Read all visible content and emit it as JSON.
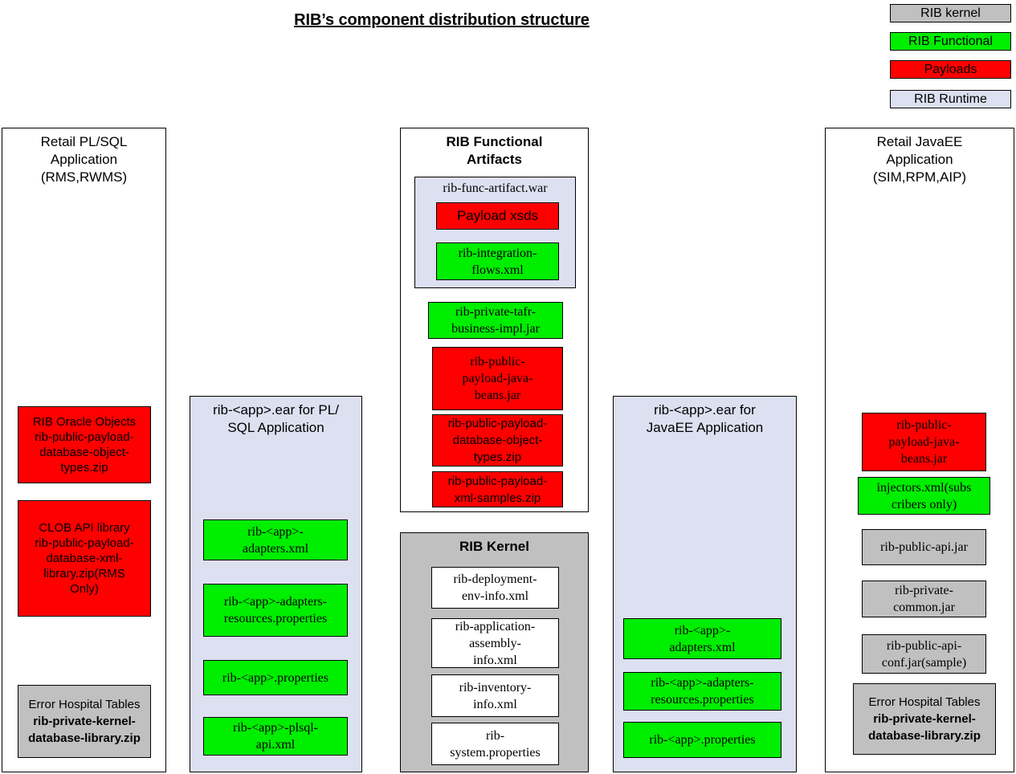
{
  "title": "RIB’s component distribution structure",
  "legend": [
    {
      "label": "RIB kernel",
      "color": "#c0c0c0"
    },
    {
      "label": "RIB Functional",
      "color": "#00ee00"
    },
    {
      "label": "Payloads",
      "color": "#ff0000"
    },
    {
      "label": "RIB Runtime",
      "color": "#dce0f0"
    }
  ],
  "columns": {
    "plsql_app": {
      "title": "Retail PL/SQL\nApplication\n(RMS,RWMS)",
      "title_lines": [
        "Retail PL/SQL",
        "Application",
        "(RMS,RWMS)"
      ],
      "boxes": {
        "oracle_objects": "RIB Oracle Objects rib-public-payload-database-object-types.zip",
        "oracle_objects_lines": [
          "RIB Oracle Objects",
          "rib-public-payload-",
          "database-object-",
          "types.zip"
        ],
        "clob_api": "CLOB API library rib-public-payload-database-xml-library.zip(RMS Only)",
        "clob_api_lines": [
          "CLOB API library",
          "rib-public-payload-",
          "database-xml-",
          "library.zip(RMS",
          "Only)"
        ],
        "error_hospital_label": "Error Hospital Tables",
        "error_hospital_file_line1": "rib-private-kernel-",
        "error_hospital_file_line2": "database-library.zip"
      }
    },
    "plsql_ear": {
      "title_lines": [
        "rib-<app>.ear for PL/",
        "SQL Application"
      ],
      "boxes": {
        "adapters_xml_lines": [
          "rib-<app>-",
          "adapters.xml"
        ],
        "adapters_resources_lines": [
          "rib-<app>-adapters-",
          "resources.properties"
        ],
        "properties": "rib-<app>.properties",
        "plsql_api_lines": [
          "rib-<app>-plsql-",
          "api.xml"
        ]
      }
    },
    "functional_artifacts": {
      "title_lines": [
        "RIB Functional",
        "Artifacts"
      ],
      "war_label": "rib-func-artifact.war",
      "boxes": {
        "payload_xsds": "Payload xsds",
        "integration_flows_lines": [
          "rib-integration-",
          "flows.xml"
        ],
        "tafr_business_lines": [
          "rib-private-tafr-",
          "business-impl.jar"
        ],
        "payload_java_beans_lines": [
          "rib-public-",
          "payload-java-",
          "beans.jar"
        ],
        "db_object_types_lines": [
          "rib-public-payload-",
          "database-object-",
          "types.zip"
        ],
        "xml_samples_lines": [
          "rib-public-payload-",
          "xml-samples.zip"
        ]
      }
    },
    "rib_kernel": {
      "title": "RIB Kernel",
      "boxes": {
        "deployment_env_lines": [
          "rib-deployment-",
          "env-info.xml"
        ],
        "app_assembly_lines": [
          "rib-application-",
          "assembly-",
          "info.xml"
        ],
        "inventory_info_lines": [
          "rib-inventory-",
          "info.xml"
        ],
        "system_properties_lines": [
          "rib-",
          "system.properties"
        ]
      }
    },
    "javaee_ear": {
      "title_lines": [
        "rib-<app>.ear for",
        "JavaEE Application"
      ],
      "boxes": {
        "adapters_xml_lines": [
          "rib-<app>-",
          "adapters.xml"
        ],
        "adapters_resources_lines": [
          "rib-<app>-adapters-",
          "resources.properties"
        ],
        "properties": "rib-<app>.properties"
      }
    },
    "javaee_app": {
      "title_lines": [
        "Retail JavaEE",
        "Application",
        "(SIM,RPM,AIP)"
      ],
      "boxes": {
        "payload_java_beans_lines": [
          "rib-public-",
          "payload-java-",
          "beans.jar"
        ],
        "injectors_xml_lines": [
          "injectors.xml(subs",
          "cribers only)"
        ],
        "public_api_jar": "rib-public-api.jar",
        "private_common_lines": [
          "rib-private-",
          "common.jar"
        ],
        "api_conf_lines": [
          "rib-public-api-",
          "conf.jar(sample)"
        ],
        "error_hospital_label": "Error Hospital Tables",
        "error_hospital_file_line1": "rib-private-kernel-",
        "error_hospital_file_line2": "database-library.zip"
      }
    }
  }
}
